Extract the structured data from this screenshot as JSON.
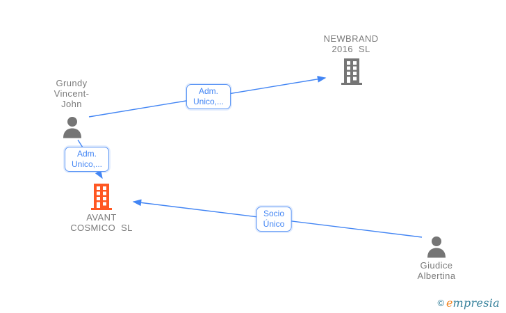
{
  "diagram": {
    "nodes": {
      "grundy": {
        "kind": "person",
        "name": "Grundy Vincent-John",
        "lines": [
          "Grundy",
          "Vincent-",
          "John"
        ]
      },
      "newbrand": {
        "kind": "company",
        "name": "NEWBRAND 2016 SL",
        "lines": [
          "NEWBRAND",
          "2016 SL"
        ]
      },
      "avant": {
        "kind": "company",
        "name": "AVANT COSMICO SL",
        "lines": [
          "AVANT",
          "COSMICO SL"
        ],
        "highlighted": true
      },
      "giudice": {
        "kind": "person",
        "name": "Giudice Albertina",
        "lines": [
          "Giudice",
          "Albertina"
        ]
      }
    },
    "edges": {
      "grundy_newbrand": {
        "from": "grundy",
        "to": "newbrand",
        "label_lines": [
          "Adm.",
          "Unico,..."
        ]
      },
      "grundy_avant": {
        "from": "grundy",
        "to": "avant",
        "label_lines": [
          "Adm.",
          "Unico,..."
        ]
      },
      "giudice_avant": {
        "from": "giudice",
        "to": "avant",
        "label_lines": [
          "Socio",
          "Único"
        ]
      }
    },
    "colors": {
      "node_gray": "#757575",
      "label_gray": "#7b7b7b",
      "highlight_orange": "#FF5722",
      "edge_blue": "#4285F4",
      "logo_teal": "#35809b",
      "logo_orange": "#f0831e"
    }
  },
  "footer": {
    "copyright_symbol": "©",
    "brand_initial": "e",
    "brand_rest": "mpresia"
  }
}
